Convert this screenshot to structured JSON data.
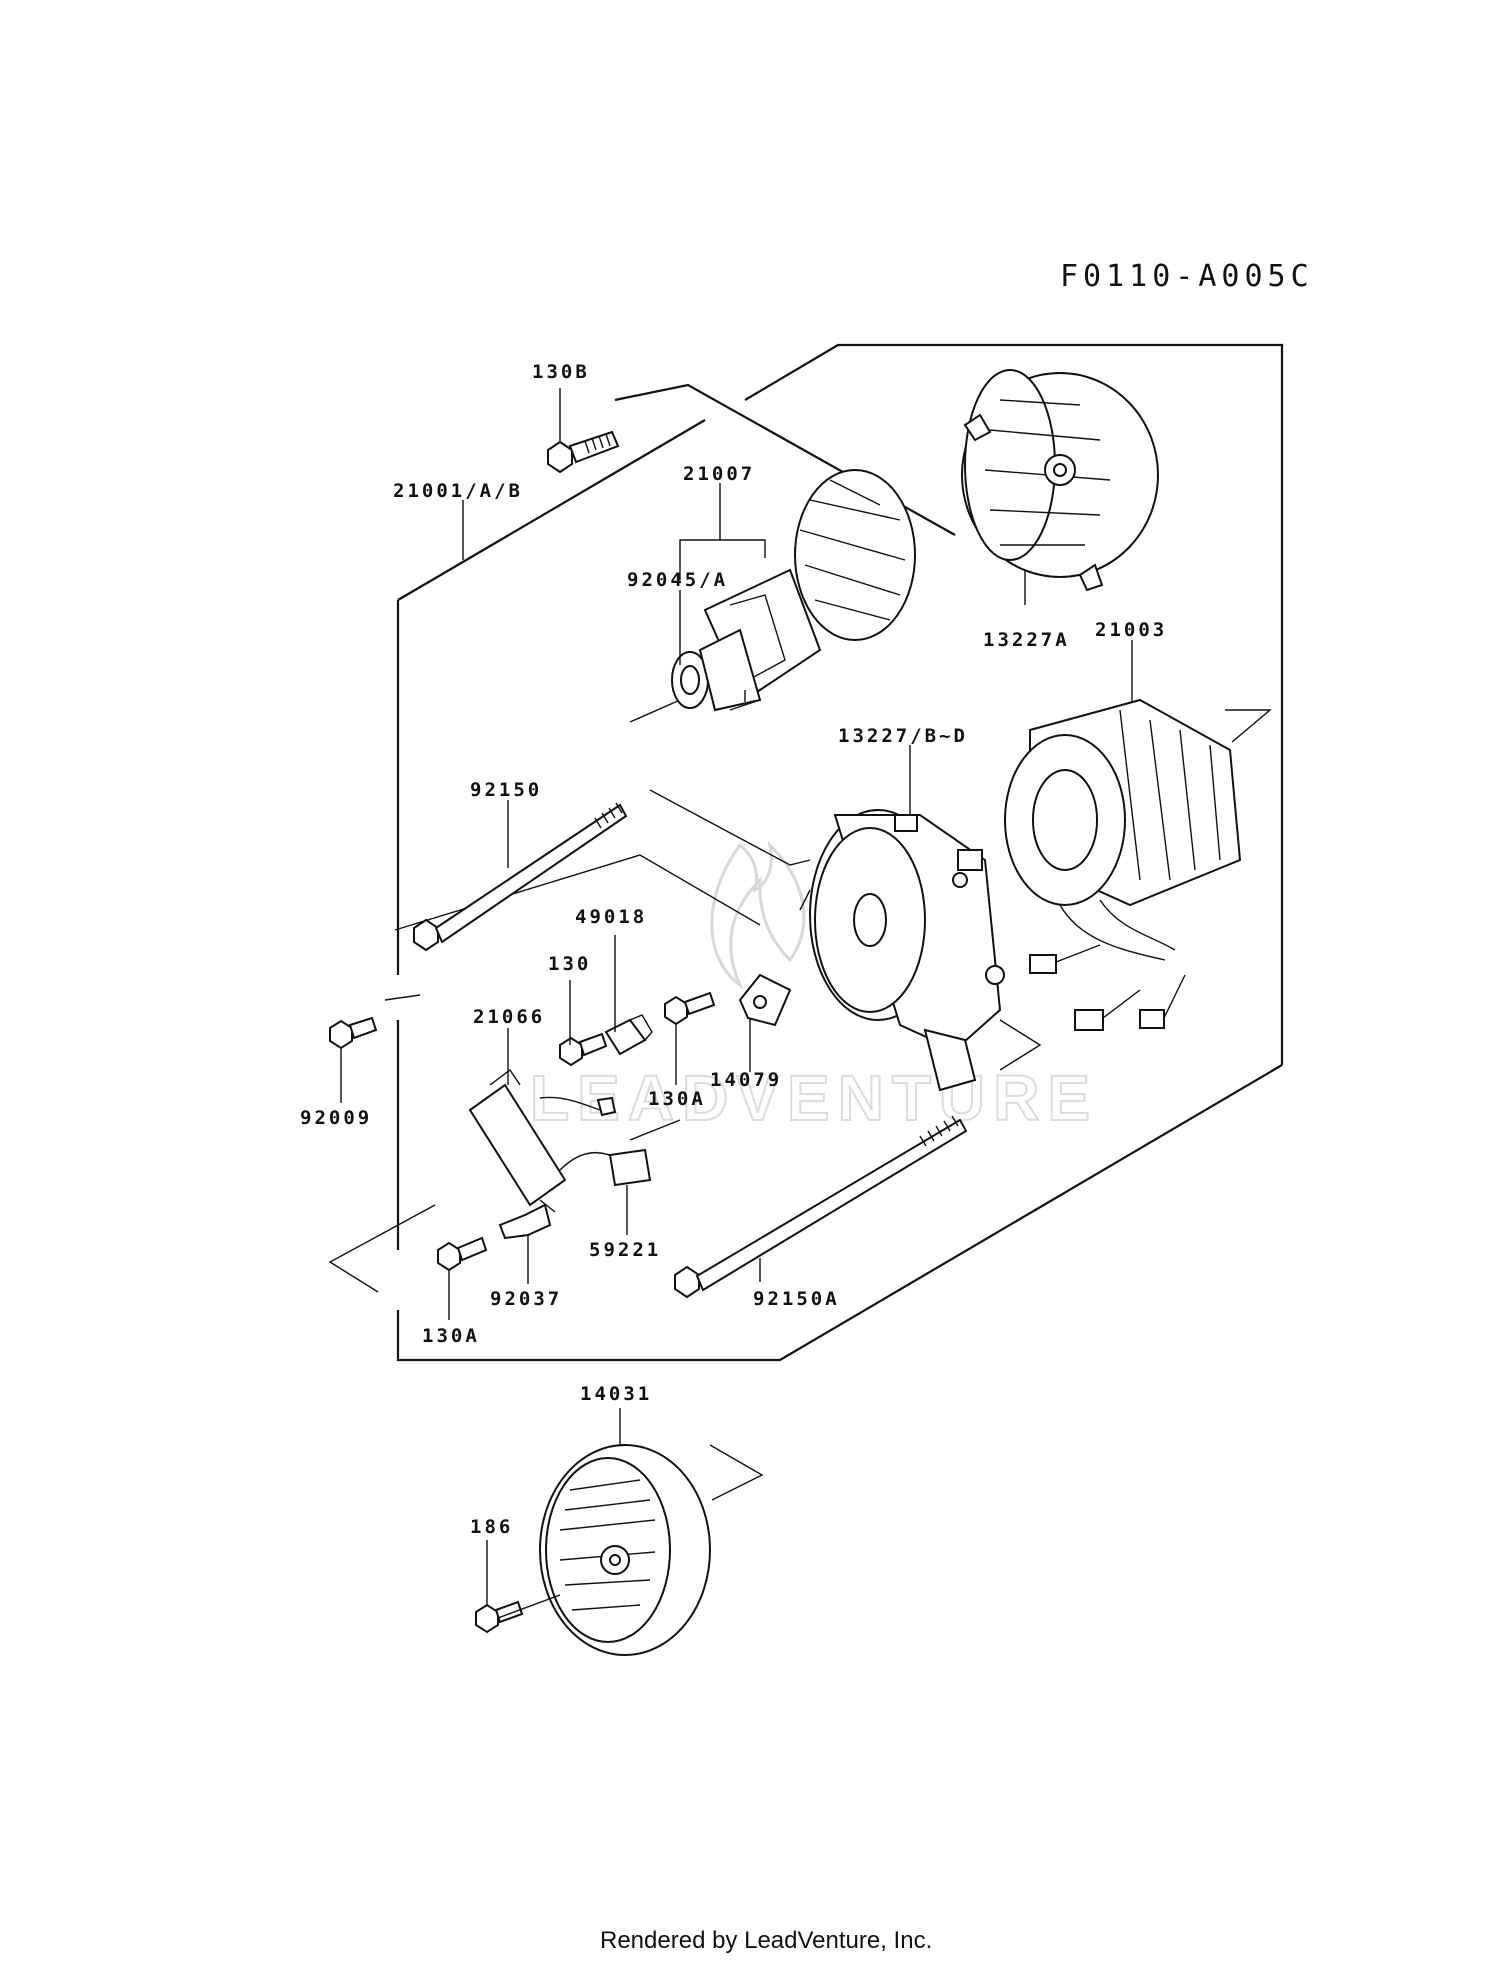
{
  "diagram_code": "F0110-A005C",
  "footer": "Rendered by LeadVenture, Inc.",
  "watermark": "LEADVENTURE",
  "parts": {
    "p130B": "130B",
    "p21001": "21001/A/B",
    "p21007": "21007",
    "p92045": "92045/A",
    "p13227A": "13227A",
    "p21003": "21003",
    "p13227B": "13227/B~D",
    "p92150": "92150",
    "p49018": "49018",
    "p130": "130",
    "p21066": "21066",
    "p130A_1": "130A",
    "p14079": "14079",
    "p92009": "92009",
    "p59221": "59221",
    "p92037": "92037",
    "p92150A": "92150A",
    "p130A_2": "130A",
    "p14031": "14031",
    "p186": "186"
  }
}
